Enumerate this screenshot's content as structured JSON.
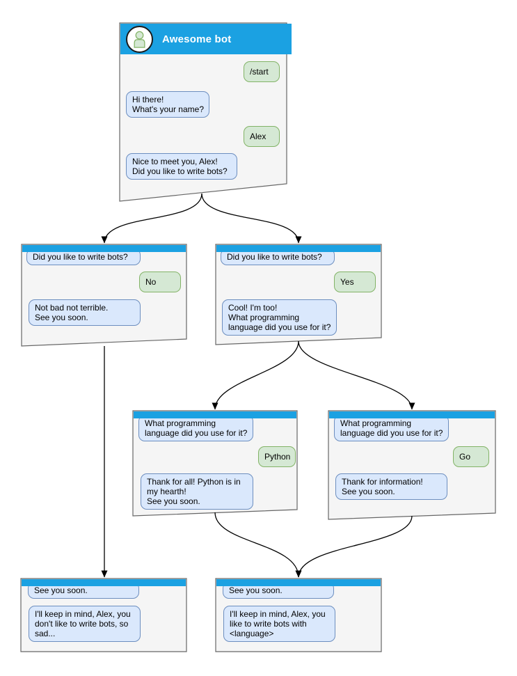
{
  "diagram": {
    "colors": {
      "header_blue": "#1ba1e2",
      "window_body": "#f5f5f5",
      "window_border": "#666666",
      "incoming_bubble_fill": "#dae8fc",
      "incoming_bubble_border": "#6c8ebf",
      "outgoing_bubble_fill": "#d5e8d4",
      "outgoing_bubble_border": "#82b366",
      "title_text": "#ffffff",
      "connector": "#000000"
    },
    "windows": [
      {
        "id": "start",
        "title": "Awesome bot",
        "messages": [
          {
            "side": "out",
            "text": "/start"
          },
          {
            "side": "in",
            "text": "Hi there!\nWhat's your name?"
          },
          {
            "side": "out",
            "text": "Alex"
          },
          {
            "side": "in",
            "text": "Nice to meet you, Alex!\nDid you like to write bots?"
          }
        ]
      },
      {
        "id": "branch-no",
        "messages": [
          {
            "side": "in",
            "text": "Did you like to write bots?"
          },
          {
            "side": "out",
            "text": "No"
          },
          {
            "side": "in",
            "text": "Not bad not terrible.\nSee you soon."
          }
        ]
      },
      {
        "id": "branch-yes",
        "messages": [
          {
            "side": "in",
            "text": "Did you like to write bots?"
          },
          {
            "side": "out",
            "text": "Yes"
          },
          {
            "side": "in",
            "text": "Cool! I'm too!\nWhat programming\nlanguage did you use for it?"
          }
        ]
      },
      {
        "id": "lang-python",
        "messages": [
          {
            "side": "in",
            "text": "What programming\nlanguage did you use for it?"
          },
          {
            "side": "out",
            "text": "Python"
          },
          {
            "side": "in",
            "text": "Thank for all! Python is in\nmy hearth!\nSee you soon."
          }
        ]
      },
      {
        "id": "lang-go",
        "messages": [
          {
            "side": "in",
            "text": "What programming\nlanguage did you use for it?"
          },
          {
            "side": "out",
            "text": "Go"
          },
          {
            "side": "in",
            "text": "Thank for information!\nSee you soon."
          }
        ]
      },
      {
        "id": "end-no",
        "messages": [
          {
            "side": "in",
            "text": "See you soon."
          },
          {
            "side": "in",
            "text": "I'll keep in mind, Alex, you\ndon't like to write bots, so\nsad..."
          }
        ]
      },
      {
        "id": "end-yes",
        "messages": [
          {
            "side": "in",
            "text": "See you soon."
          },
          {
            "side": "in",
            "text": "I'll keep in mind, Alex, you\nlike to write bots with\n<language>"
          }
        ]
      }
    ],
    "edges": [
      {
        "from": "start",
        "to": "branch-no"
      },
      {
        "from": "start",
        "to": "branch-yes"
      },
      {
        "from": "branch-no",
        "to": "end-no"
      },
      {
        "from": "branch-yes",
        "to": "lang-python"
      },
      {
        "from": "branch-yes",
        "to": "lang-go"
      },
      {
        "from": "lang-python",
        "to": "end-yes"
      },
      {
        "from": "lang-go",
        "to": "end-yes"
      }
    ]
  }
}
